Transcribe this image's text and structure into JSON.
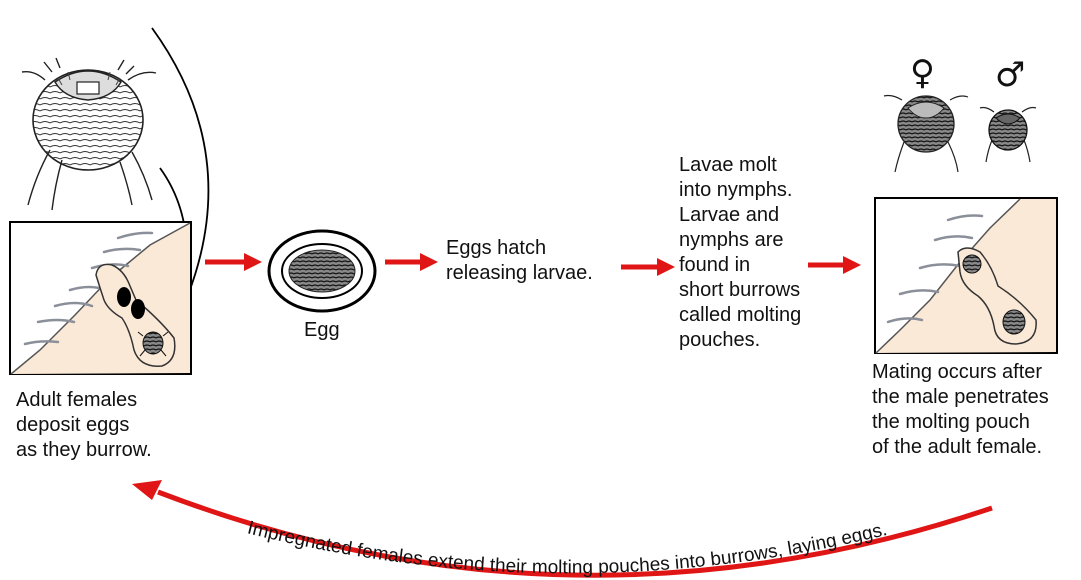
{
  "labels": {
    "adult_females": "Adult females\ndeposit eggs\nas they burrow.",
    "egg": "Egg",
    "hatch": "Eggs hatch\nreleasing larvae.",
    "molt": "Lavae molt\ninto nymphs.\nLarvae and\nnymphs are\nfound in\nshort burrows\ncalled molting\npouches.",
    "mating": "Mating occurs after\nthe male penetrates\nthe molting pouch\nof the adult female.",
    "cycle_return": "Impregnated females extend their molting pouches into burrows, laying eggs."
  },
  "symbols": {
    "female": "♀",
    "male": "♂"
  },
  "colors": {
    "arrow": "#e01515",
    "skin": "#fbe9d7",
    "outline": "#000000",
    "mite_gray": "#555555"
  },
  "icons": [
    "female-mite-icon",
    "egg-icon",
    "male-mite-icon",
    "skin-burrow-icon",
    "mating-burrow-icon"
  ]
}
